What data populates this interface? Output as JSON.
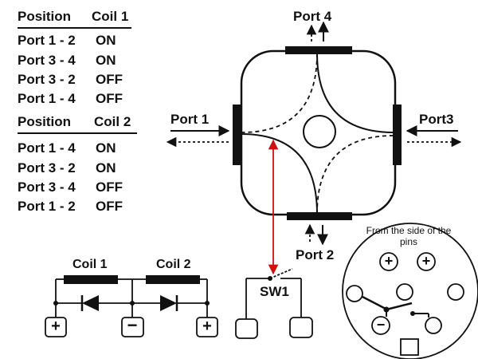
{
  "table1": {
    "header_position": "Position",
    "header_coil": "Coil 1",
    "rows": [
      {
        "ports": "Port 1 - 2",
        "state": "ON"
      },
      {
        "ports": "Port 3 - 4",
        "state": "ON"
      },
      {
        "ports": "Port 3 - 2",
        "state": "OFF"
      },
      {
        "ports": "Port 1 - 4",
        "state": "OFF"
      }
    ]
  },
  "table2": {
    "header_position": "Position",
    "header_coil": "Coil 2",
    "rows": [
      {
        "ports": "Port 1 - 4",
        "state": "ON"
      },
      {
        "ports": "Port 3 - 2",
        "state": "ON"
      },
      {
        "ports": "Port 3 - 4",
        "state": "OFF"
      },
      {
        "ports": "Port 1 - 2",
        "state": "OFF"
      }
    ]
  },
  "ports": {
    "port1": "Port 1",
    "port2": "Port 2",
    "port3": "Port3",
    "port4": "Port 4"
  },
  "switch": {
    "label": "SW1"
  },
  "coils": {
    "coil1": "Coil 1",
    "coil2": "Coil 2"
  },
  "terminals": {
    "plus": "+",
    "minus": "−"
  },
  "pins": {
    "caption": "From the side of the pins"
  },
  "colors": {
    "ink": "#111111",
    "actuator": "#d01010"
  }
}
